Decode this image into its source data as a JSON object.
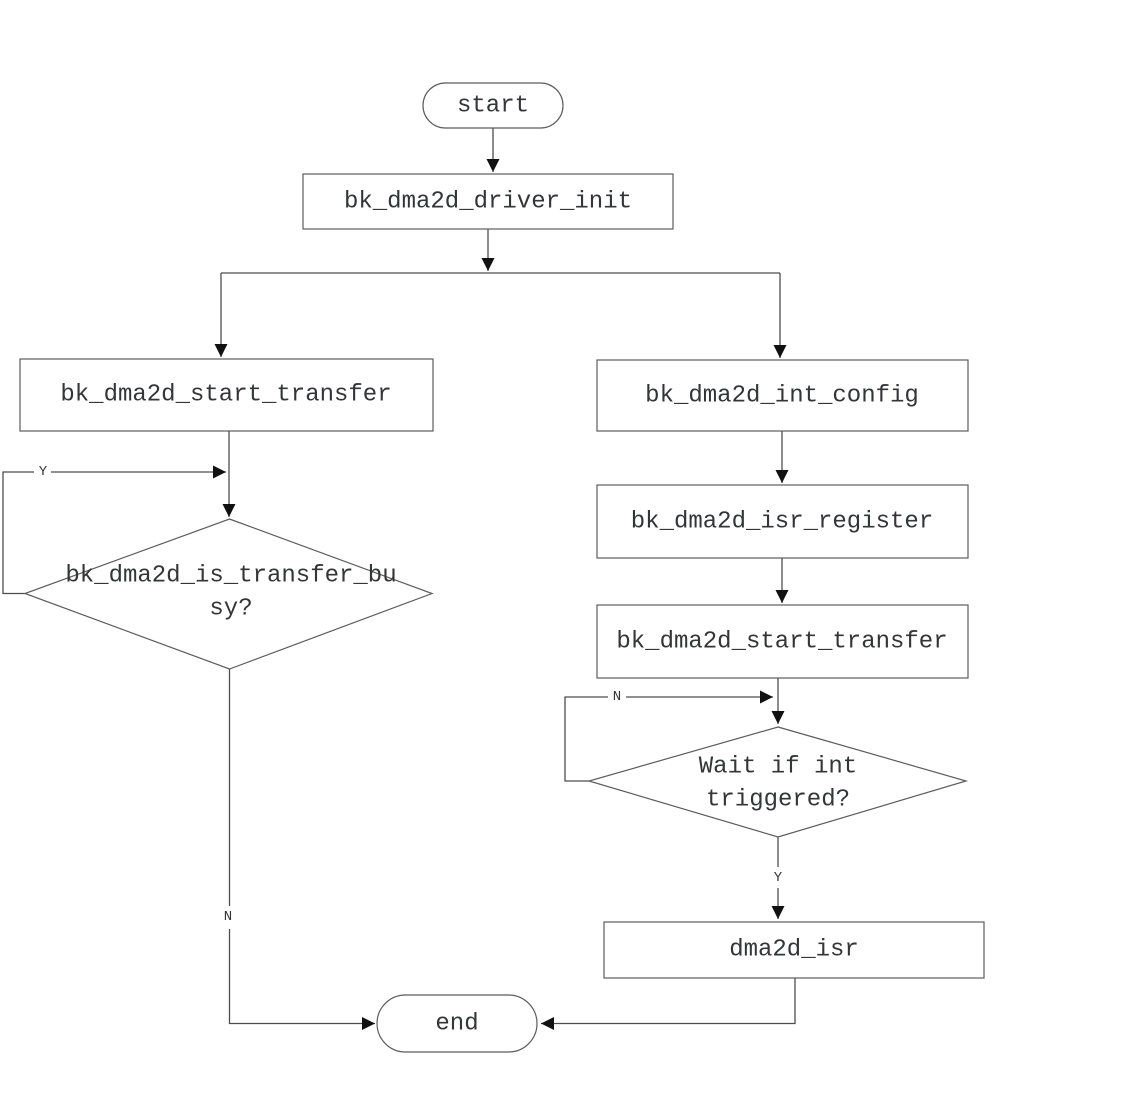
{
  "diagram_type": "flowchart",
  "colors": {
    "background": "#ffffff",
    "shape_fill": "#ffffff",
    "shape_border": "#5c5c5c",
    "edge_line": "#4d4d4d",
    "arrowhead": "#111111",
    "text": "#333538"
  },
  "nodes": {
    "start": {
      "label": "start",
      "shape": "terminator"
    },
    "driver_init": {
      "label": "bk_dma2d_driver_init",
      "shape": "process"
    },
    "left_start_transfer": {
      "label": "bk_dma2d_start_transfer",
      "shape": "process"
    },
    "busy_decision": {
      "label_line1": "bk_dma2d_is_transfer_bu",
      "label_line2": "sy?",
      "shape": "decision"
    },
    "int_config": {
      "label": "bk_dma2d_int_config",
      "shape": "process"
    },
    "isr_register": {
      "label": "bk_dma2d_isr_register",
      "shape": "process"
    },
    "right_start_transfer": {
      "label": "bk_dma2d_start_transfer",
      "shape": "process"
    },
    "wait_decision": {
      "label_line1": "Wait if int",
      "label_line2": "triggered?",
      "shape": "decision"
    },
    "dma2d_isr": {
      "label": "dma2d_isr",
      "shape": "process"
    },
    "end": {
      "label": "end",
      "shape": "terminator"
    }
  },
  "edge_labels": {
    "busy_yes": "Y",
    "busy_no": "N",
    "wait_no": "N",
    "wait_yes": "Y"
  }
}
